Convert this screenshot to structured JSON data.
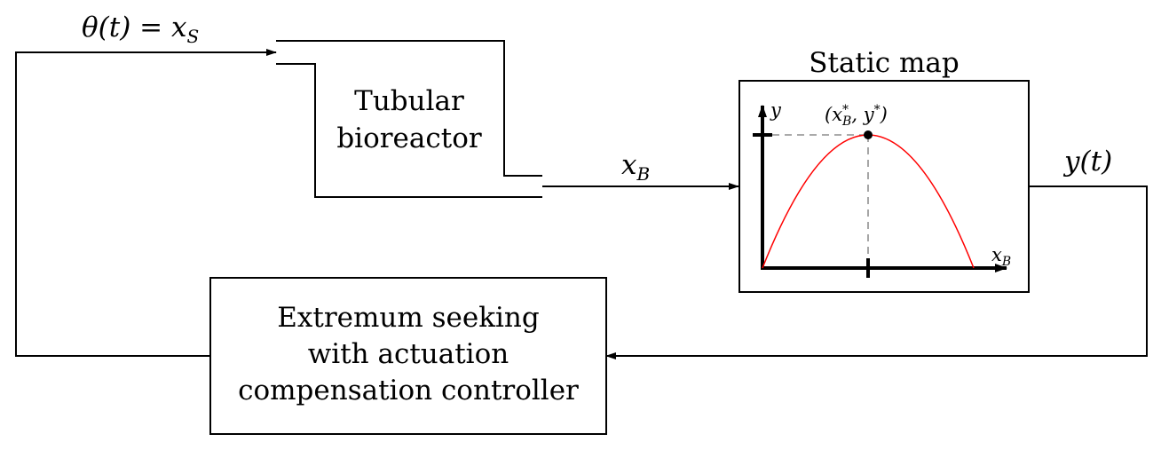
{
  "signals": {
    "input_theta": {
      "lhs": "θ(t) = x",
      "sub": "S"
    },
    "xb": {
      "main": "x",
      "sub": "B"
    },
    "output_y": "y(t)"
  },
  "bioreactor": {
    "line1": "Tubular",
    "line2": "bioreactor"
  },
  "static_map": {
    "title": "Static map",
    "y_axis": "y",
    "x_axis": {
      "main": "x",
      "sub": "B"
    },
    "optimum": {
      "open": "(x",
      "star1": "*",
      "sub": "B",
      "mid": ", y",
      "star2": "*",
      "close": ")"
    },
    "curve_color": "#ff0000"
  },
  "controller": {
    "line1": "Extremum seeking",
    "line2": "with actuation",
    "line3": "compensation controller"
  }
}
